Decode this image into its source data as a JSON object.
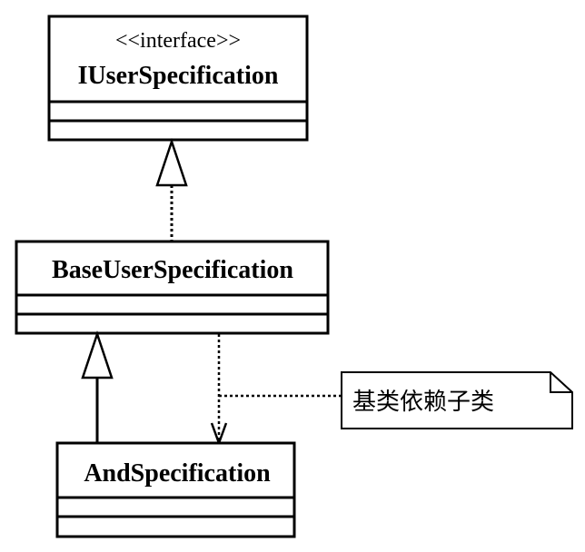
{
  "classes": {
    "iuser": {
      "stereotype": "<<interface>>",
      "name": "IUserSpecification"
    },
    "base": {
      "name": "BaseUserSpecification"
    },
    "and": {
      "name": "AndSpecification"
    }
  },
  "note": {
    "text": "基类依赖子类"
  },
  "colors": {
    "stroke": "#000000",
    "background": "#ffffff"
  }
}
